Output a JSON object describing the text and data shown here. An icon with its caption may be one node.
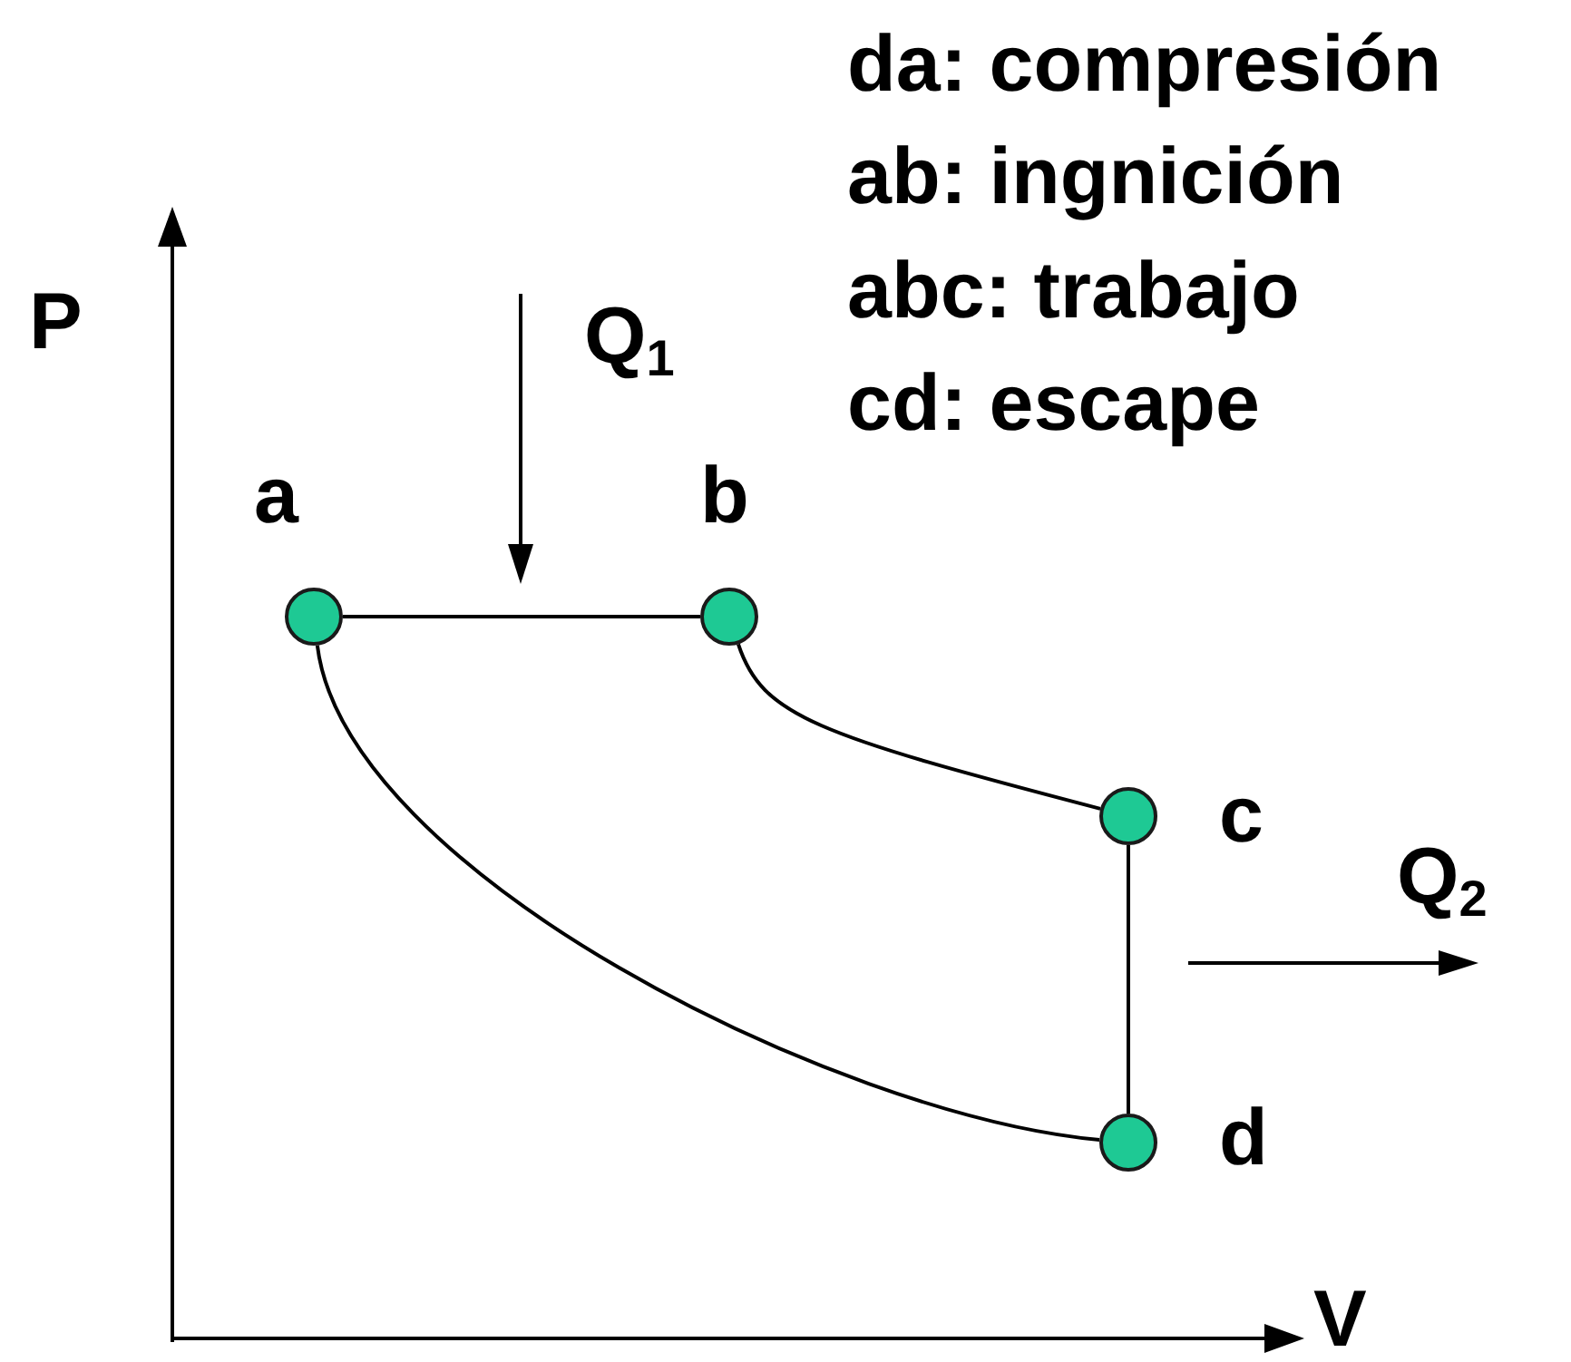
{
  "diagram": {
    "nodes": [
      {
        "text": [],
        "shape": "circle",
        "beside": [
          "a"
        ]
      },
      {
        "text": [],
        "shape": "circle",
        "beside": [
          "b"
        ]
      },
      {
        "text": [],
        "shape": "circle",
        "beside": [
          "c"
        ]
      },
      {
        "text": [],
        "shape": "circle",
        "beside": [
          "d"
        ]
      }
    ],
    "edges": [
      {
        "from": 0,
        "to": 1,
        "arrow": "none"
      },
      {
        "from": 1,
        "to": 2,
        "arrow": "none"
      },
      {
        "from": 2,
        "to": 3,
        "arrow": "none"
      },
      {
        "from": 3,
        "to": 0,
        "arrow": "none"
      }
    ],
    "labels": [
      "da: compresión",
      "ab: ingnición",
      "abc: trabajo",
      "cd: escape",
      "P",
      "Q$_{1}$",
      "Q$_{2}$",
      "V"
    ]
  }
}
